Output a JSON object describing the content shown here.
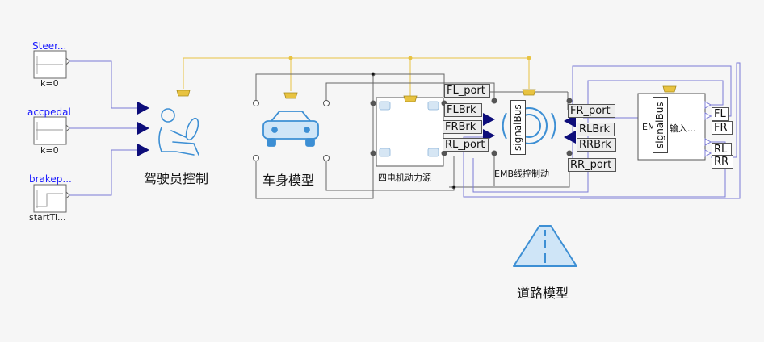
{
  "sources": {
    "steer": {
      "name": "Steer...",
      "param": "k=0"
    },
    "accpedal": {
      "name": "accpedal",
      "param": "k=0"
    },
    "brake": {
      "name": "brakep...",
      "param": "startTi..."
    }
  },
  "blocks": {
    "driver": {
      "label": "驾驶员控制"
    },
    "body": {
      "label": "车身模型"
    },
    "motor": {
      "label": "四电机动力源"
    },
    "emb": {
      "label": "EMB线控制动",
      "bus_label": "signalBus"
    },
    "emb_input": {
      "label_prefix": "EM",
      "bus_label": "signalBus",
      "inner_label": "输入..."
    },
    "road": {
      "label": "道路模型"
    }
  },
  "ports": {
    "fl_port": "FL_port",
    "flbrk": "FLBrk",
    "frbrk": "FRBrk",
    "rl_port": "RL_port",
    "fr_port": "FR_port",
    "rlbrk": "RLBrk",
    "rrbrk": "RRBrk",
    "rr_port": "RR_port",
    "fl": "FL",
    "fr": "FR",
    "rl": "RL",
    "rr": "RR"
  },
  "colors": {
    "bus_line": "#e8c341",
    "signal_line": "#7b7bd6",
    "mech_line": "#555555",
    "input_triangle": "#0d0d7a",
    "icon_blue": "#3d8fd4"
  }
}
